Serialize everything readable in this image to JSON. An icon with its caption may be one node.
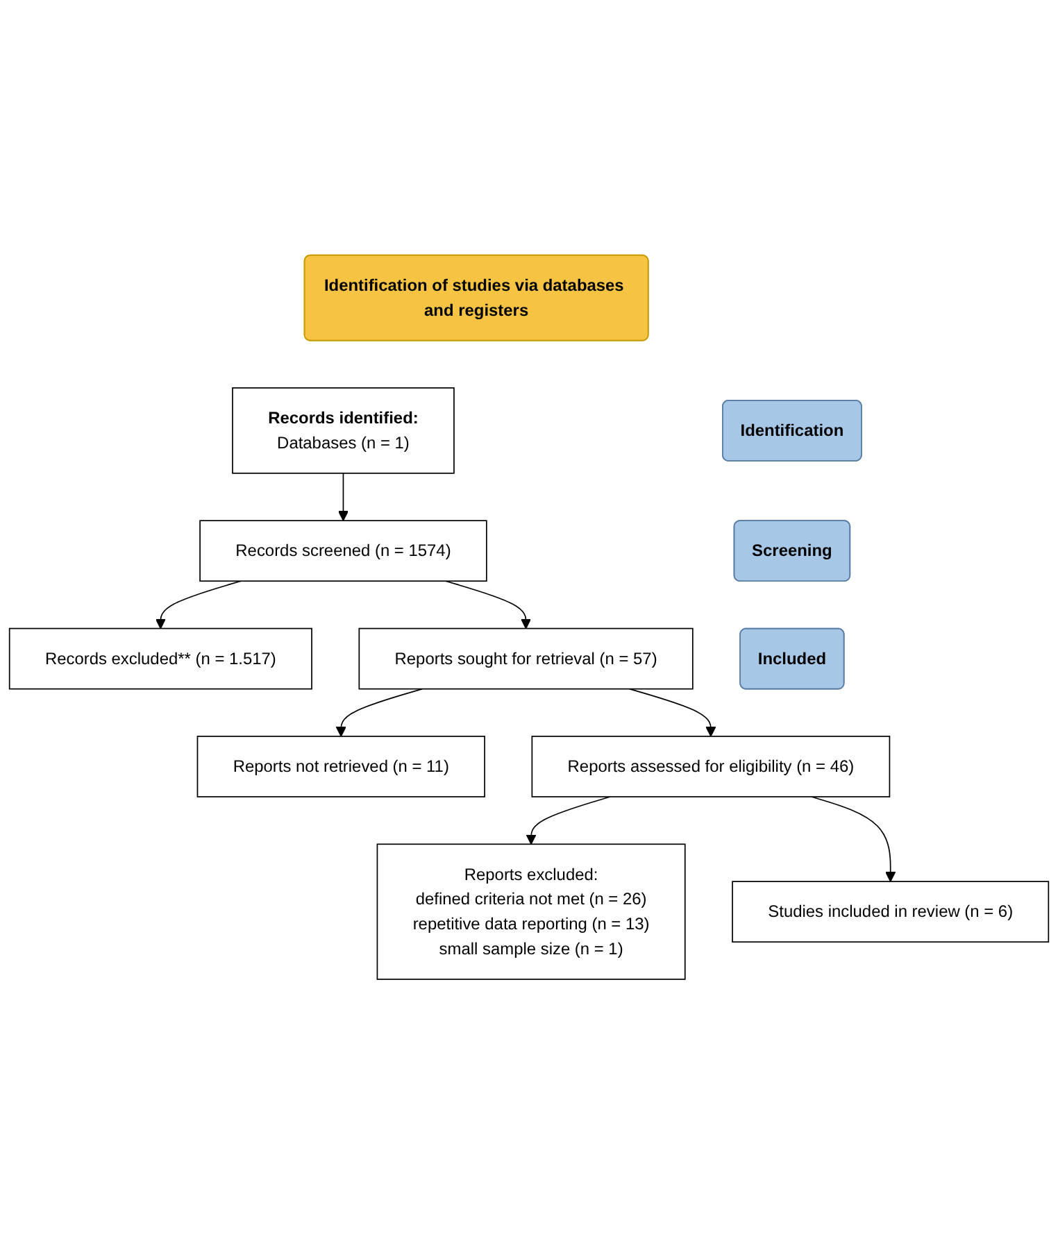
{
  "diagram": {
    "nodes": [
      {
        "text": [
          "Identification of studies via databases and registers"
        ]
      },
      {
        "text": [
          "Identification"
        ]
      },
      {
        "text": [
          "Records identified:",
          "Databases (n = 1)"
        ]
      },
      {
        "text": [
          "Screening"
        ]
      },
      {
        "text": [
          "Records screened (n = 1574)"
        ]
      },
      {
        "text": [
          "Records excluded** (n = 1.517)"
        ]
      },
      {
        "text": [
          "Reports sought for retrieval (n = 57)"
        ]
      },
      {
        "text": [
          "Reports not retrieved (n = 11)"
        ]
      },
      {
        "text": [
          "Reports assessed for eligibility (n = 46)"
        ]
      },
      {
        "text": [
          "Reports excluded:",
          "defined criteria not met (n = 26)",
          "repetitive data reporting (n = 13)",
          "small sample size (n = 1)"
        ]
      },
      {
        "text": [
          "Included"
        ]
      },
      {
        "text": [
          "Studies included in review (n = 6)"
        ]
      }
    ],
    "edges": [
      {
        "from": 2,
        "to": 4,
        "arrow": "to"
      },
      {
        "from": 4,
        "to": 5,
        "arrow": "to"
      },
      {
        "from": 4,
        "to": 6,
        "arrow": "to"
      },
      {
        "from": 6,
        "to": 7,
        "arrow": "to"
      },
      {
        "from": 6,
        "to": 8,
        "arrow": "to"
      },
      {
        "from": 8,
        "to": 9,
        "arrow": "to"
      },
      {
        "from": 8,
        "to": 11,
        "arrow": "to"
      }
    ]
  }
}
